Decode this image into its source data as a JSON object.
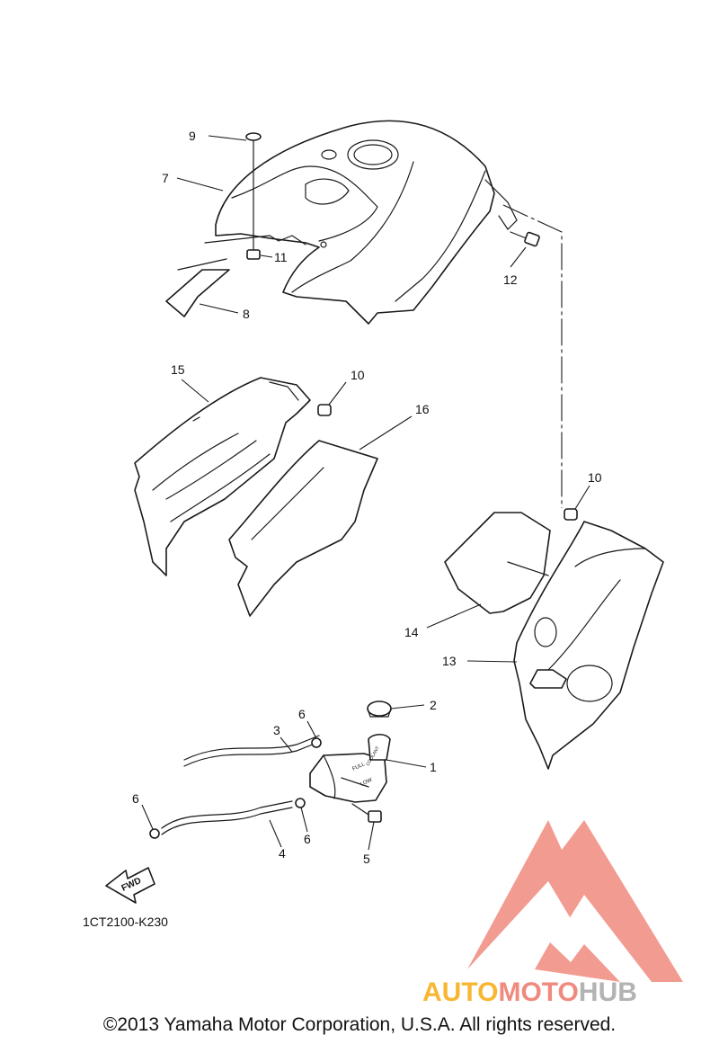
{
  "diagram": {
    "drawing_code": "1CT2100-K230",
    "fwd_label": "FWD",
    "callouts": [
      {
        "id": "c1",
        "text": "1"
      },
      {
        "id": "c2",
        "text": "2"
      },
      {
        "id": "c3",
        "text": "3"
      },
      {
        "id": "c4",
        "text": "4"
      },
      {
        "id": "c5",
        "text": "5"
      },
      {
        "id": "c6a",
        "text": "6"
      },
      {
        "id": "c6b",
        "text": "6"
      },
      {
        "id": "c6c",
        "text": "6"
      },
      {
        "id": "c7",
        "text": "7"
      },
      {
        "id": "c8",
        "text": "8"
      },
      {
        "id": "c9",
        "text": "9"
      },
      {
        "id": "c10a",
        "text": "10"
      },
      {
        "id": "c10b",
        "text": "10"
      },
      {
        "id": "c11",
        "text": "11"
      },
      {
        "id": "c12",
        "text": "12"
      },
      {
        "id": "c13",
        "text": "13"
      },
      {
        "id": "c14",
        "text": "14"
      },
      {
        "id": "c15",
        "text": "15"
      },
      {
        "id": "c16",
        "text": "16"
      }
    ],
    "reservoir_labels": {
      "full": "FULL",
      "low": "LOW",
      "coolant": "COOLANT"
    }
  },
  "watermark": {
    "brand_auto": "AUTO",
    "brand_moto": "MOTO",
    "brand_hub": "HUB",
    "color_auto": "#f7b733",
    "color_moto": "#f08a7e",
    "color_hub": "#b3b3b3",
    "logo_color": "#f08a7e"
  },
  "footer": {
    "copyright": "©2013 Yamaha Motor Corporation, U.S.A. All rights reserved."
  }
}
